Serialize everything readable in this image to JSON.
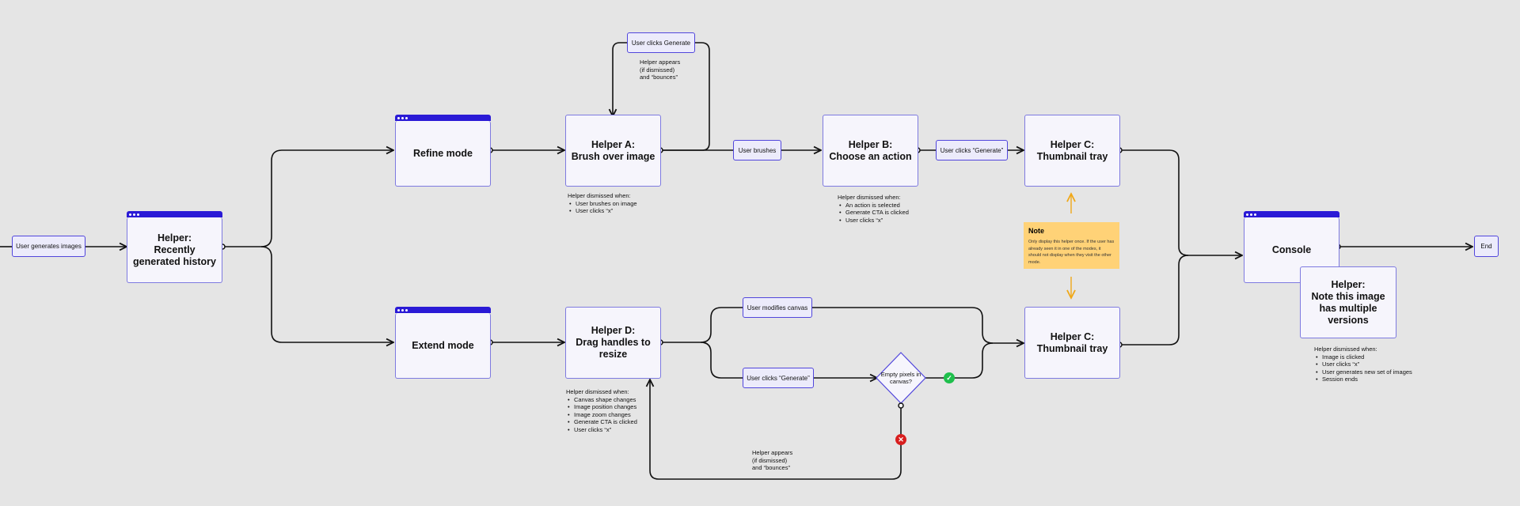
{
  "start_pill": "User generates images",
  "end_pill": "End",
  "helper_history": "Helper:\nRecently\ngenerated history",
  "refine_mode": "Refine mode",
  "extend_mode": "Extend mode",
  "helper_a": "Helper A:\nBrush over image",
  "helper_b": "Helper B:\nChoose an action",
  "helper_c_top": "Helper C:\nThumbnail tray",
  "helper_c_bottom": "Helper C:\nThumbnail tray",
  "helper_d": "Helper D:\nDrag handles to\nresize",
  "console": "Console",
  "helper_versions": "Helper:\nNote this image\nhas multiple\nversions",
  "pill_generate_top": "User clicks Generate",
  "pill_brushes": "User brushes",
  "pill_generate_b": "User clicks “Generate”",
  "pill_modifies": "User modifies canvas",
  "pill_generate_d": "User clicks “Generate”",
  "diamond": "Empty pixels in\ncanvas?",
  "helper_appears_top": "Helper appears\n(if dismissed)\nand “bounces”",
  "helper_appears_bottom": "Helper appears\n(if dismissed)\nand “bounces”",
  "dismiss_a": {
    "title": "Helper dismissed when:",
    "items": [
      "User brushes on image",
      "User clicks “x”"
    ]
  },
  "dismiss_b": {
    "title": "Helper dismissed when:",
    "items": [
      "An action is selected",
      "Generate CTA is clicked",
      "User clicks “x”"
    ]
  },
  "dismiss_d": {
    "title": "Helper dismissed when:",
    "items": [
      "Canvas shape changes",
      "Image position changes",
      "Image zoom changes",
      "Generate CTA is clicked",
      "User clicks “x”"
    ]
  },
  "dismiss_v": {
    "title": "Helper dismissed when:",
    "items": [
      "Image is clicked",
      "User clicks “x”",
      "User generates new set of images",
      "Session ends"
    ]
  },
  "note": {
    "title": "Note",
    "body": "Only display this helper once. If the user has already seen it in one of the modes, it should not display when they visit the other mode."
  },
  "colors": {
    "accent": "#2a1ad6",
    "border": "#7e7ae0",
    "note": "#ffd277",
    "arrow_note": "#f0a818",
    "ok": "#1fbf4c",
    "fail": "#d81e1e"
  }
}
